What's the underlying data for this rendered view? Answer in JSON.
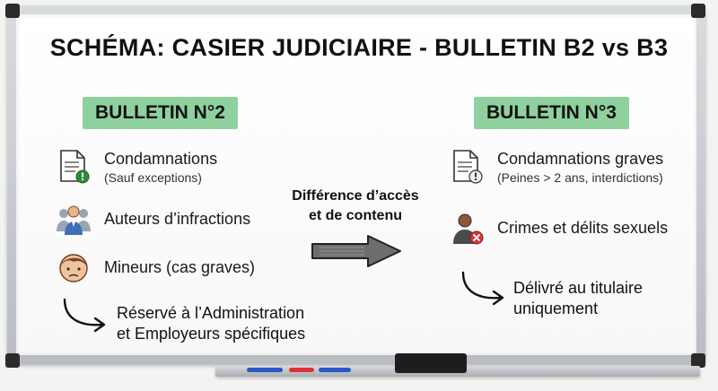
{
  "title": "SCHÉMA: CASIER JUDICIAIRE - BULLETIN B2 vs B3",
  "left": {
    "badge": "BULLETIN N°2",
    "items": [
      {
        "main": "Condamnations",
        "sub": "(Sauf exceptions)",
        "icon": "document-warning-icon"
      },
      {
        "main": "Auteurs d’infractions",
        "sub": "",
        "icon": "group-people-icon"
      },
      {
        "main": "Mineurs (cas graves)",
        "sub": "",
        "icon": "child-face-icon"
      }
    ],
    "note": [
      "Réservé à l’Administration",
      "et Employeurs spécifiques"
    ]
  },
  "center": {
    "lines": [
      "Différence d’accès",
      "et de contenu"
    ]
  },
  "right": {
    "badge": "BULLETIN N°3",
    "items": [
      {
        "main": "Condamnations graves",
        "sub": "(Peines > 2 ans, interdictions)",
        "icon": "document-warning-icon"
      },
      {
        "main": "Crimes et délits sexuels",
        "sub": "",
        "icon": "person-blocked-icon"
      }
    ],
    "note": [
      "Délivré au titulaire",
      "uniquement"
    ]
  },
  "colors": {
    "badge": "#8fd19e",
    "warning": "#2e8b3a",
    "blocked": "#d43a3a"
  }
}
